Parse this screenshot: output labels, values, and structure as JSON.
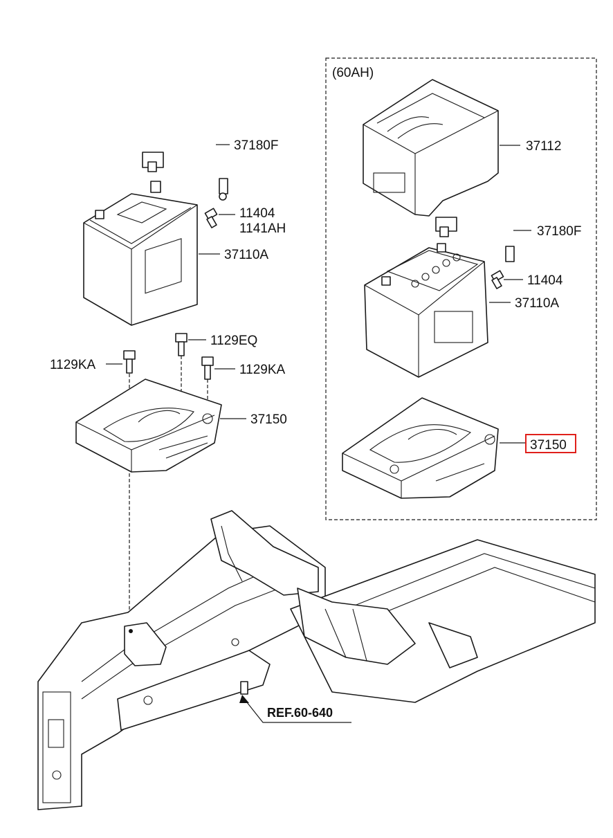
{
  "diagram": {
    "group_label": "(60AH)",
    "left_labels": {
      "cable": "37180F",
      "bolt_a": "11404",
      "bolt_b": "1141AH",
      "battery": "37110A",
      "bolt_eq": "1129EQ",
      "bolt_ka_left": "1129KA",
      "bolt_ka_right": "1129KA",
      "tray": "37150"
    },
    "right_labels": {
      "cover": "37112",
      "cable": "37180F",
      "bolt": "11404",
      "battery": "37110A",
      "tray": "37150"
    },
    "reference": "REF.60-640",
    "highlight_color": "#e0201b"
  }
}
